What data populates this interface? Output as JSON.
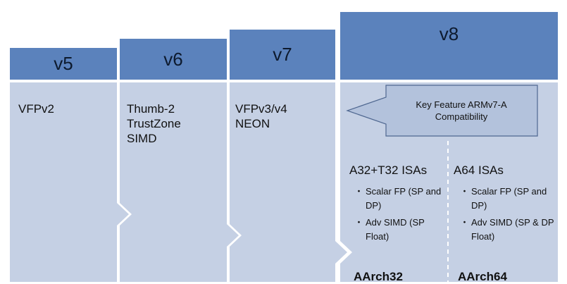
{
  "columns": [
    {
      "version": "v5",
      "features": [
        "VFPv2"
      ]
    },
    {
      "version": "v6",
      "features": [
        "Thumb-2",
        "TrustZone",
        "SIMD"
      ]
    },
    {
      "version": "v7",
      "features": [
        "VFPv3/v4",
        "NEON"
      ]
    },
    {
      "version": "v8",
      "features": []
    }
  ],
  "callout": {
    "line1": "Key Feature ARMv7-A",
    "line2": "Compatibility"
  },
  "isas": [
    {
      "title": "A32+T32 ISAs",
      "bullets": [
        "Scalar FP (SP and DP)",
        "Adv SIMD (SP Float)"
      ],
      "arch": "AArch32"
    },
    {
      "title": "A64 ISAs",
      "bullets": [
        "Scalar FP (SP and DP)",
        "Adv SIMD (SP & DP Float)"
      ],
      "arch": "AArch64"
    }
  ],
  "bullet_symbol": "・",
  "colors": {
    "header": "#5b82bc",
    "body": "#c5d0e4",
    "callout": "#b3c2dc",
    "callout_border": "#4f6790",
    "divider": "#ffffff"
  }
}
